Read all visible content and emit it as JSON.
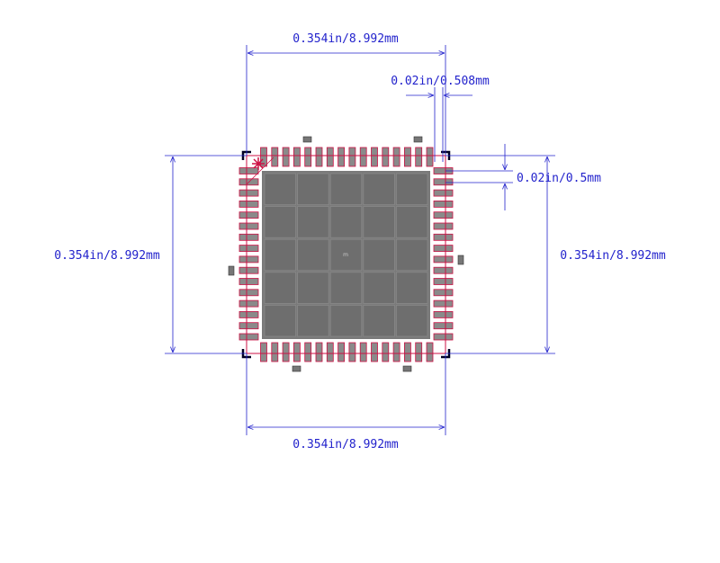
{
  "dimensions": {
    "top_width": "0.354in/8.992mm",
    "bottom_width": "0.354in/8.992mm",
    "left_height": "0.354in/8.992mm",
    "right_height": "0.354in/8.992mm",
    "pad_width": "0.02in/0.508mm",
    "pad_pitch": "0.02in/0.5mm"
  },
  "footprint": {
    "pins_per_side": 16,
    "thermal_pad_grid": [
      5,
      5
    ],
    "pin1_marker": "*",
    "center_label": "m"
  },
  "colors": {
    "dimension": "#2222cc",
    "outline": "#cc1144",
    "pad": "#8a8a8a",
    "courtyard": "#000022"
  }
}
